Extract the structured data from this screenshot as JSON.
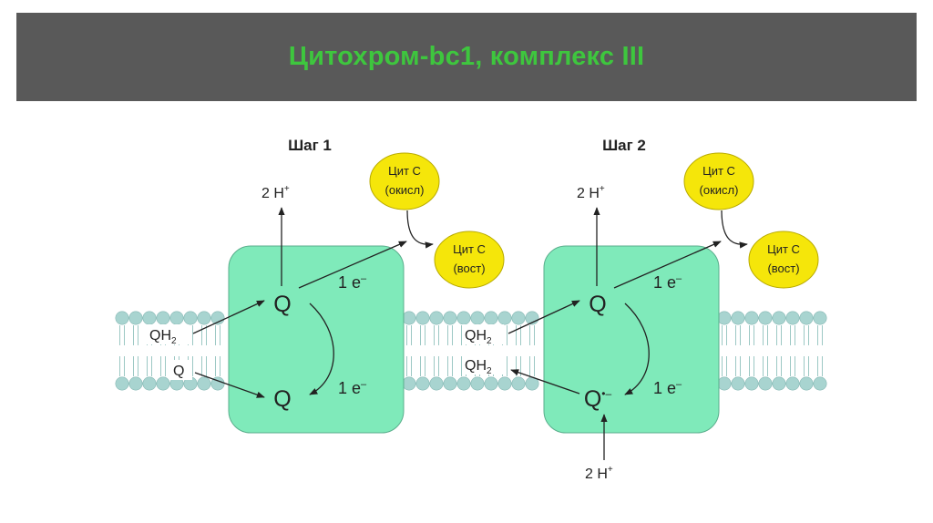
{
  "slide": {
    "title": "Цитохром-bc1, комплекс III"
  },
  "colors": {
    "title_bar": "#595959",
    "title_text": "#3ec63e",
    "complex_fill": "#7feaba",
    "membrane_lipid": "#a8d4d0",
    "cytochrome_fill": "#f5e60a",
    "arrow": "#222222"
  },
  "diagram": {
    "steps": [
      {
        "heading": "Шаг 1",
        "proton_top": "2 H",
        "proton_sup": "+",
        "cyt_ox_line1": "Цит С",
        "cyt_ox_line2": "(окисл)",
        "cyt_red_line1": "Цит С",
        "cyt_red_line2": "(вост)",
        "q_top": "Q",
        "q_bottom": "Q",
        "electron_top": "1 e",
        "electron_bottom": "1 e",
        "electron_sup": "–",
        "left_upper_label": "QH",
        "left_upper_sub": "2",
        "left_lower_label": "Q"
      },
      {
        "heading": "Шаг 2",
        "proton_top": "2 H",
        "proton_sup": "+",
        "cyt_ox_line1": "Цит С",
        "cyt_ox_line2": "(окисл)",
        "cyt_red_line1": "Цит С",
        "cyt_red_line2": "(вост)",
        "q_top": "Q",
        "q_bottom": "Q",
        "q_bottom_sup": "•–",
        "electron_top": "1 e",
        "electron_bottom": "1 e",
        "electron_sup": "–",
        "left_upper_label": "QH",
        "left_upper_sub": "2",
        "left_lower_label": "QH",
        "left_lower_sub": "2",
        "proton_bottom": "2 H",
        "proton_bottom_sup": "+"
      }
    ]
  }
}
